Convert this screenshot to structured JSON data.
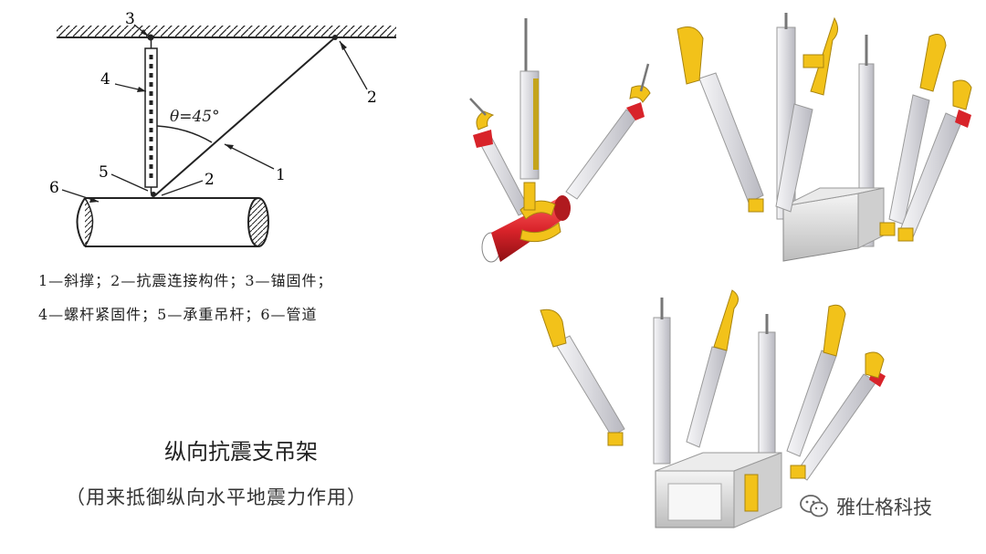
{
  "diagram": {
    "callouts": [
      "1",
      "2",
      "2",
      "3",
      "4",
      "5",
      "6"
    ],
    "angle_label": "θ=45°",
    "legend_line1": "1—斜撑；2—抗震连接构件；3—锚固件；",
    "legend_line2": "4—螺杆紧固件；5—承重吊杆；6—管道"
  },
  "caption": {
    "title": "纵向抗震支吊架",
    "subtitle": "（用来抵御纵向水平地震力作用）"
  },
  "watermark": {
    "text": "雅仕格科技",
    "icon": "wechat-icon"
  },
  "colors": {
    "bracket_yellow": "#f2c21a",
    "channel_gray": "#d8d8dc",
    "pipe_red": "#d8232a",
    "line": "#222222"
  }
}
